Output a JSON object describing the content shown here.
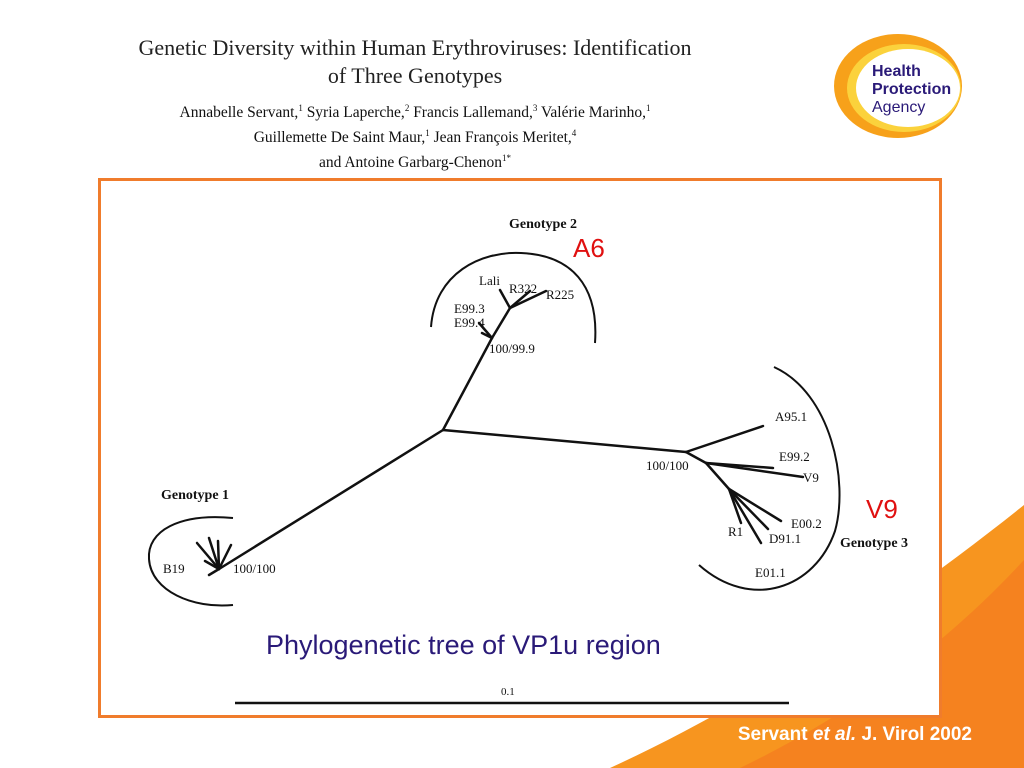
{
  "paper": {
    "title_line1": "Genetic Diversity within Human Erythroviruses: Identification",
    "title_line2": "of Three Genotypes",
    "authors": [
      {
        "name": "Annabelle Servant,",
        "sup": "1"
      },
      {
        "name": " Syria Laperche,",
        "sup": "2"
      },
      {
        "name": " Francis Lallemand,",
        "sup": "3"
      },
      {
        "name": " Valérie Marinho,",
        "sup": "1"
      },
      {
        "name": "Guillemette De Saint Maur,",
        "sup": "1"
      },
      {
        "name": " Jean François Meritet,",
        "sup": "4"
      },
      {
        "name": "and Antoine Garbarg-Chenon",
        "sup": "1*"
      }
    ]
  },
  "logo": {
    "line1": "Health",
    "line2": "Protection",
    "line3": "Agency"
  },
  "tree": {
    "genotype1": {
      "title": "Genotype 1",
      "leaf": "B19",
      "bootstrap": "100/100"
    },
    "genotype2": {
      "title": "Genotype 2",
      "leaves": [
        "Lali",
        "R322",
        "R225",
        "E99.3",
        "E99.4"
      ],
      "bootstrap": "100/99.9"
    },
    "genotype3": {
      "title": "Genotype 3",
      "leaves": [
        "A95.1",
        "E99.2",
        "V9",
        "R1",
        "E00.2",
        "D91.1",
        "E01.1"
      ],
      "bootstrap": "100/100"
    },
    "highlight_a6": "A6",
    "highlight_v9": "V9",
    "scale_label": "0.1"
  },
  "caption": "Phylogenetic tree of VP1u region",
  "citation": {
    "author": "Servant",
    "etal": "et al.",
    "journal": "J. Virol 2002"
  },
  "colors": {
    "accent_orange": "#f07c2c",
    "highlight_red": "#e01010",
    "caption_navy": "#2a1a78"
  }
}
